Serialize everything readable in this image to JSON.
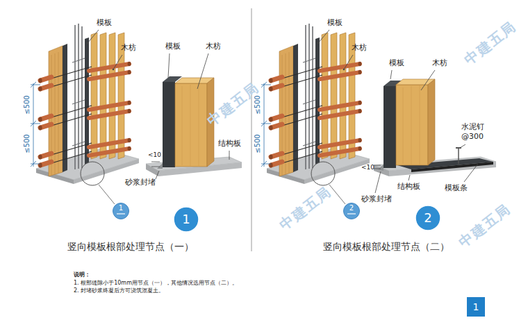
{
  "diagram": {
    "nodes": [
      {
        "text": [
          "1"
        ]
      },
      {
        "text": [
          "1"
        ]
      },
      {
        "text": [
          "2"
        ]
      },
      {
        "text": [
          "2"
        ]
      },
      {
        "text": [
          "1"
        ]
      }
    ],
    "labels": [
      "模板",
      "木枋",
      "≤500",
      "≤500",
      "模板",
      "木枋",
      "结构板",
      "<10",
      "砂浆封堵",
      "竖向模板根部处理节点（一）",
      "模板",
      "木枋",
      "≤500",
      "≤500",
      "砂浆封堵",
      "模板",
      "木枋",
      "水泥钉 @300",
      "<10",
      "结构板",
      "模板条",
      "竖向模板根部处理节点（二）",
      "说明：",
      "1. 根部缝隙小于10mm用节点（一），其他情况选用节点（二）。",
      "2. 封堵砂浆终凝后方可浇筑混凝土。",
      "中建五局",
      "中建五局",
      "中建五局",
      "中建五局"
    ]
  }
}
